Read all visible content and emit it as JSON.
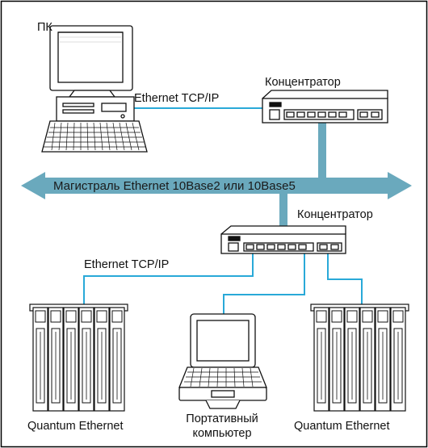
{
  "labels": {
    "pc": "ПК",
    "concentrator_top": "Концентратор",
    "concentrator_mid": "Концентратор",
    "link_top": "Ethernet TCP/IP",
    "link_mid": "Ethernet TCP/IP",
    "backbone": "Магистраль Ethernet 10Base2 или 10Base5",
    "plc_left": "Quantum Ethernet",
    "plc_right": "Quantum Ethernet",
    "laptop_line1": "Портативный",
    "laptop_line2": "компьютер"
  },
  "colors": {
    "cable": "#29a9d8",
    "backbone_fill": "#6aa9bd",
    "frame": "#000000",
    "device_fill": "#ffffff",
    "device_stroke": "#111111"
  },
  "icons": [
    "desktop-pc-icon",
    "hub-icon",
    "laptop-icon",
    "plc-rack-icon"
  ]
}
